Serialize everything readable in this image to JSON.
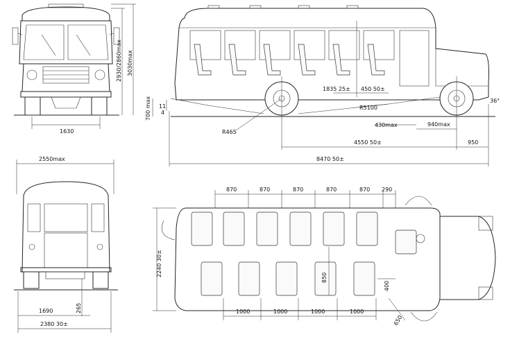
{
  "front_view": {
    "dims": {
      "height_range": "2930/2860max",
      "height_total": "3030max",
      "track": "1630"
    }
  },
  "side_view": {
    "dims": {
      "ground_clearance": "700 max",
      "bumper": "11",
      "sill": "4",
      "seat_pitch_a": "1835 25±",
      "seat_pitch_b": "450 50±",
      "radius_front": "R5100",
      "radius_rear": "R465",
      "overhang_low": "430max",
      "front_overhang": "940max",
      "angle": "36°",
      "wheelbase": "4550 50±",
      "front_length": "950",
      "total_length": "8470 50±"
    }
  },
  "rear_view": {
    "dims": {
      "width_max": "2550max",
      "track": "1690",
      "step": "265",
      "width_body": "2380 30±"
    }
  },
  "plan_view": {
    "dims": {
      "pitches_top": [
        "870",
        "870",
        "870",
        "870",
        "870",
        "290"
      ],
      "pitches_bottom": [
        "1000",
        "1000",
        "1000",
        "1000"
      ],
      "width": "2240 30±",
      "aisle": "850",
      "gap": "400",
      "door": "650"
    }
  }
}
